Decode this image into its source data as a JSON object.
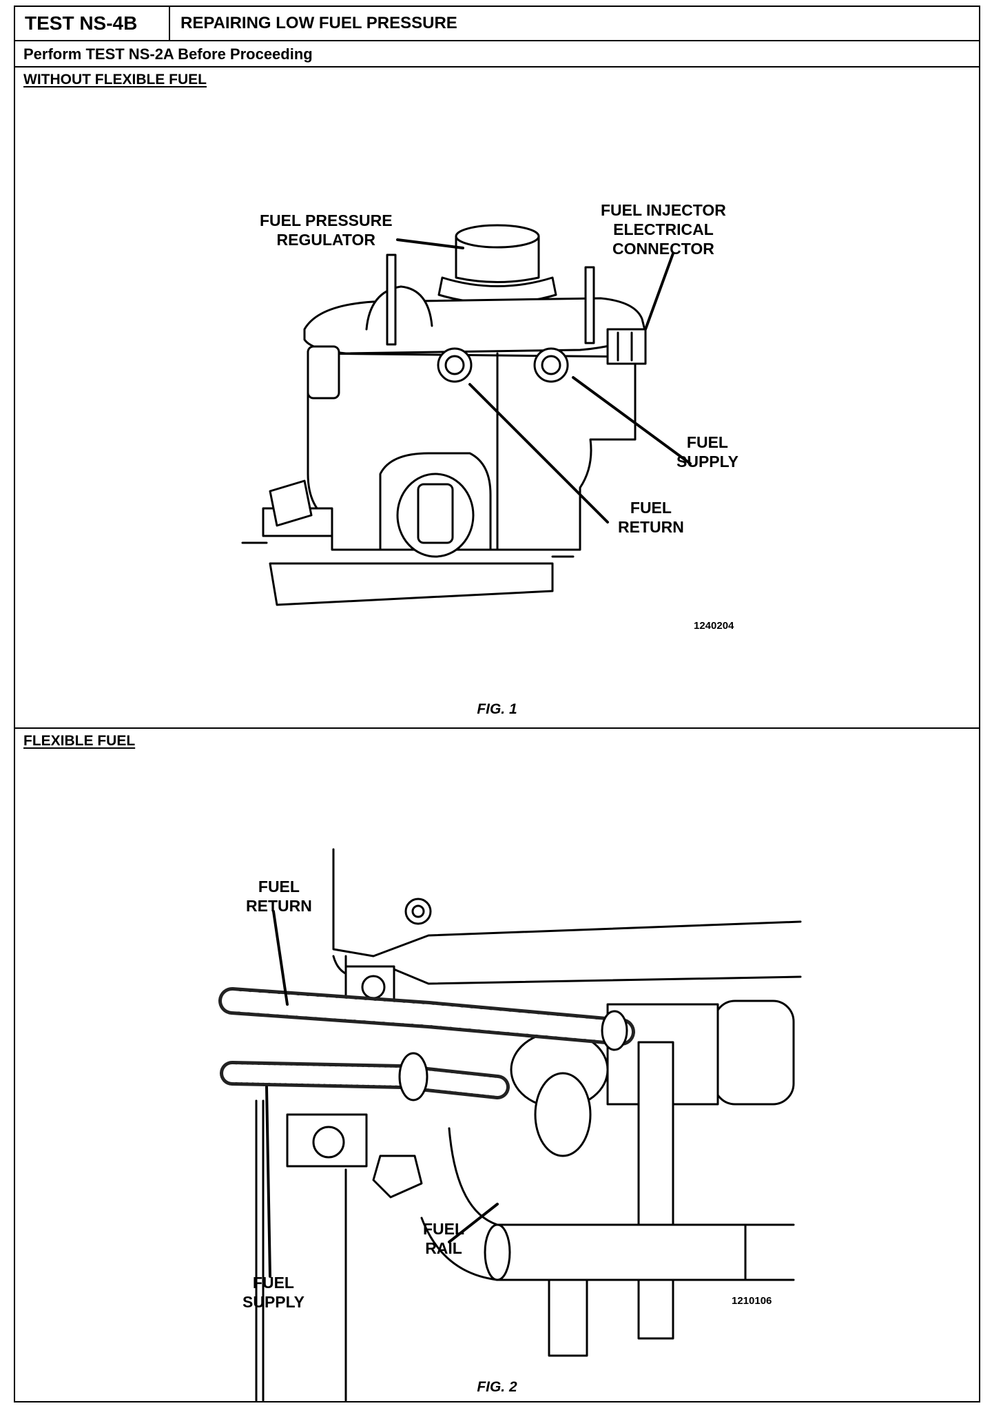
{
  "header": {
    "test_id": "TEST NS-4B",
    "test_title": "REPAIRING LOW FUEL PRESSURE"
  },
  "prerequisite": "Perform TEST NS-2A Before Proceeding",
  "figure1": {
    "section_label": "WITHOUT FLEXIBLE FUEL",
    "callouts": {
      "regulator_line1": "FUEL PRESSURE",
      "regulator_line2": "REGULATOR",
      "connector_line1": "FUEL INJECTOR",
      "connector_line2": "ELECTRICAL",
      "connector_line3": "CONNECTOR",
      "supply_line1": "FUEL",
      "supply_line2": "SUPPLY",
      "return_line1": "FUEL",
      "return_line2": "RETURN"
    },
    "image_code": "1240204",
    "caption": "FIG. 1"
  },
  "figure2": {
    "section_label": "FLEXIBLE FUEL",
    "callouts": {
      "return_line1": "FUEL",
      "return_line2": "RETURN",
      "rail_line1": "FUEL",
      "rail_line2": "RAIL",
      "supply_line1": "FUEL",
      "supply_line2": "SUPPLY"
    },
    "image_code": "1210106",
    "caption": "FIG. 2"
  }
}
